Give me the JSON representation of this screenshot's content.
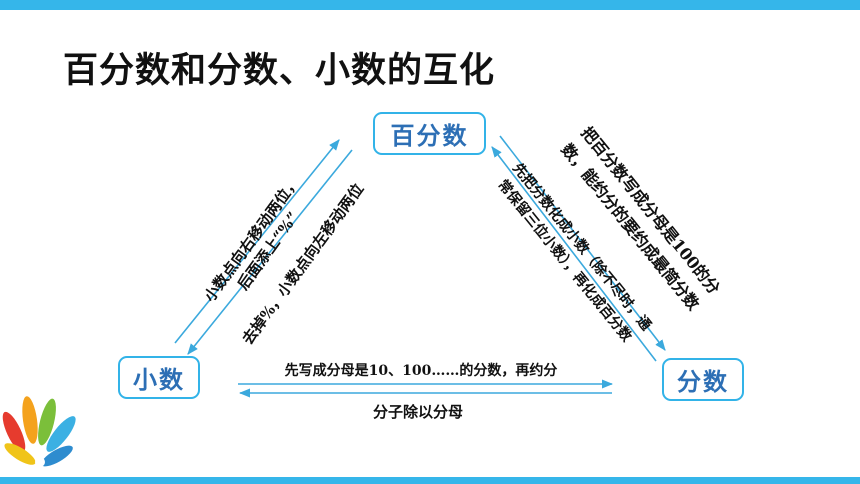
{
  "title": "百分数和分数、小数的互化",
  "nodes": {
    "percent": "百分数",
    "decimal": "小数",
    "fraction": "分数"
  },
  "arrows": {
    "decimal_to_percent": "小数点向右移动两位，后面添上“%”",
    "percent_to_decimal": "去掉%，小数点向左移动两位",
    "percent_to_fraction": "把百分数写成分母是100的分数，能约分的要约成最简分数",
    "fraction_to_percent": "先把分数化成小数（除不尽时，通常保留三位小数），再化成百分数",
    "decimal_to_fraction": "先写成分母是10、100……的分数，再约分",
    "fraction_to_decimal": "分子除以分母"
  },
  "colors": {
    "accent": "#35b6ea",
    "node_border": "#32b3e8",
    "node_text": "#2d6fb5",
    "arrow": "#3ba9dd"
  }
}
